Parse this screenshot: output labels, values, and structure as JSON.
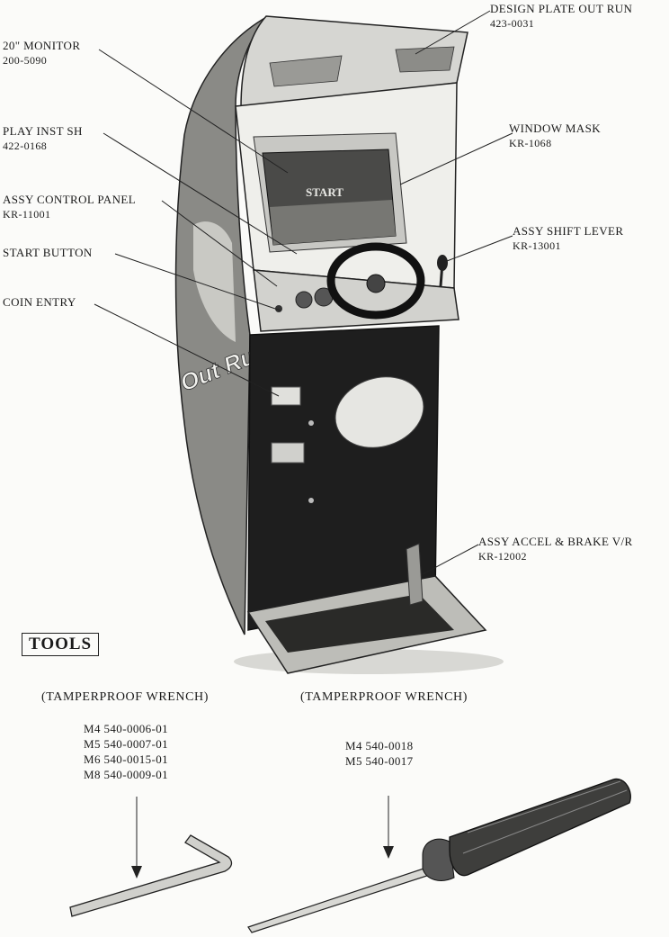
{
  "callouts": [
    {
      "id": "design-plate",
      "name": "DESIGN PLATE OUT RUN",
      "code": "423-0031"
    },
    {
      "id": "monitor",
      "name": "20\" MONITOR",
      "code": "200-5090"
    },
    {
      "id": "window-mask",
      "name": "WINDOW MASK",
      "code": "KR-1068"
    },
    {
      "id": "play-inst",
      "name": "PLAY INST SH",
      "code": "422-0168"
    },
    {
      "id": "control-panel",
      "name": "ASSY CONTROL PANEL",
      "code": "KR-11001"
    },
    {
      "id": "shift-lever",
      "name": "ASSY SHIFT LEVER",
      "code": "KR-13001"
    },
    {
      "id": "start-button",
      "name": "START BUTTON",
      "code": ""
    },
    {
      "id": "coin-entry",
      "name": "COIN ENTRY",
      "code": ""
    },
    {
      "id": "accel-brake",
      "name": "ASSY ACCEL & BRAKE V/R",
      "code": "KR-12002"
    }
  ],
  "screen_text": "START",
  "cabinet_logo": "Out Run",
  "tools": {
    "heading": "TOOLS",
    "left": {
      "caption": "(TAMPERPROOF WRENCH)",
      "codes": [
        "M4  540-0006-01",
        "M5  540-0007-01",
        "M6  540-0015-01",
        "M8  540-0009-01"
      ]
    },
    "right": {
      "caption": "(TAMPERPROOF WRENCH)",
      "codes": [
        "M4  540-0018",
        "M5  540-0017"
      ]
    }
  }
}
